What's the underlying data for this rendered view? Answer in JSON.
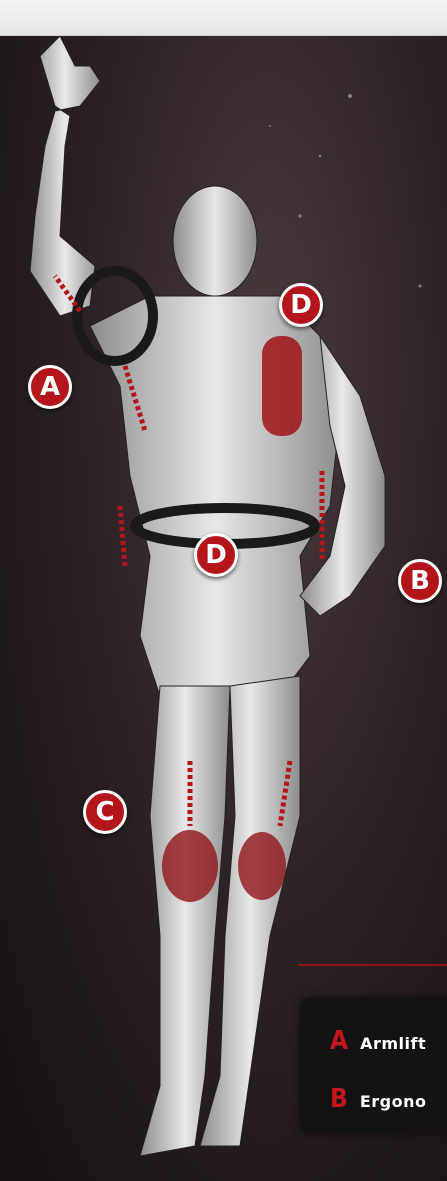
{
  "badges": [
    {
      "id": "A-upper",
      "letter": "A"
    },
    {
      "id": "D-shoulder",
      "letter": "D"
    },
    {
      "id": "D-waist",
      "letter": "D"
    },
    {
      "id": "B-right",
      "letter": "B"
    },
    {
      "id": "C-knee",
      "letter": "C"
    }
  ],
  "legend": [
    {
      "letter": "A",
      "label": "Armlift"
    },
    {
      "letter": "B",
      "label": "Ergono"
    }
  ],
  "colors": {
    "accent": "#b3151b",
    "background": "#2a2022",
    "legend_bg": "#141213"
  }
}
